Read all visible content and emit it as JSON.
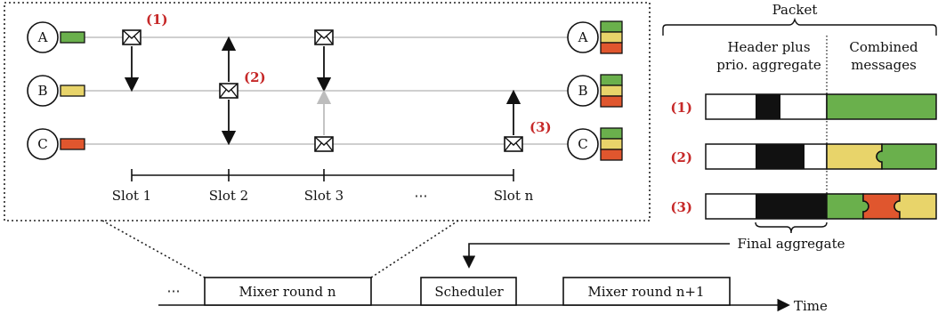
{
  "colors": {
    "green": "#6ab04c",
    "yellow": "#e8d46a",
    "red": "#e0562e",
    "accent_text": "#c62828",
    "gray_line": "#cfcfcf",
    "gray_arrow": "#bdbdbd",
    "black": "#111111"
  },
  "nodes": [
    {
      "label": "A",
      "color": "green"
    },
    {
      "label": "B",
      "color": "yellow"
    },
    {
      "label": "C",
      "color": "red"
    }
  ],
  "slots": [
    "Slot 1",
    "Slot 2",
    "Slot 3",
    "⋯",
    "Slot n"
  ],
  "markers": [
    "(1)",
    "(2)",
    "(3)"
  ],
  "packet": {
    "title": "Packet",
    "header_label_1": "Header plus",
    "header_label_2": "prio. aggregate",
    "messages_label_1": "Combined",
    "messages_label_2": "messages",
    "rows": [
      {
        "marker": "(1)",
        "aggregate": 0.35,
        "messages": [
          "green"
        ]
      },
      {
        "marker": "(2)",
        "aggregate": 0.69,
        "messages": [
          "yellow",
          "green"
        ]
      },
      {
        "marker": "(3)",
        "aggregate": 1.0,
        "messages": [
          "green",
          "red",
          "yellow"
        ]
      }
    ],
    "final_label": "Final aggregate"
  },
  "timeline": {
    "ellipsis": "⋯",
    "mixer_round_n": "Mixer round n",
    "scheduler": "Scheduler",
    "mixer_round_next": "Mixer round n+1",
    "time_label": "Time"
  },
  "icons": [
    "envelope-icon",
    "arrow-icon"
  ]
}
